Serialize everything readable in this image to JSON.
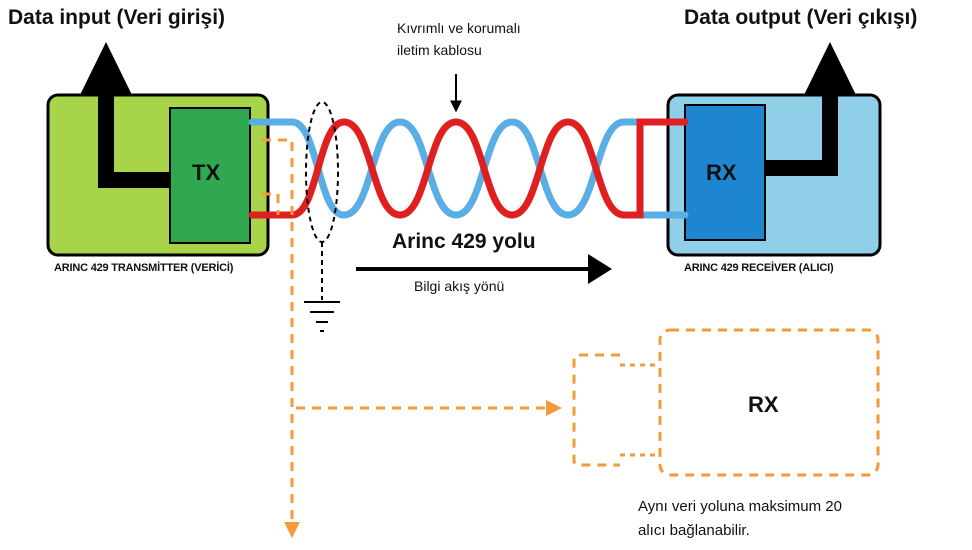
{
  "title_input": "Data input (Veri girişi)",
  "title_output": "Data output (Veri çıkışı)",
  "cable_note_line1": "Kıvrımlı ve korumalı",
  "cable_note_line2": "iletim kablosu",
  "tx_label": "TX",
  "rx_label": "RX",
  "rx_optional_label": "RX",
  "transmitter_caption": "ARINC 429 TRANSMİTTER (VERİCİ)",
  "receiver_caption": "ARINC 429 RECEİVER (ALICI)",
  "bus_label": "Arinc 429 yolu",
  "direction_label": "Bilgi akış yönü",
  "note_line1": "Aynı veri yoluna maksimum 20",
  "note_line2": "alıcı bağlanabilir.",
  "colors": {
    "transmitter_outer": "#a8d44a",
    "tx_box": "#2fa84f",
    "receiver_outer": "#8fd0e8",
    "rx_box": "#1e86d0",
    "wire_red": "#e02020",
    "wire_blue": "#5aaee6",
    "dashed_orange": "#f39a3a"
  }
}
